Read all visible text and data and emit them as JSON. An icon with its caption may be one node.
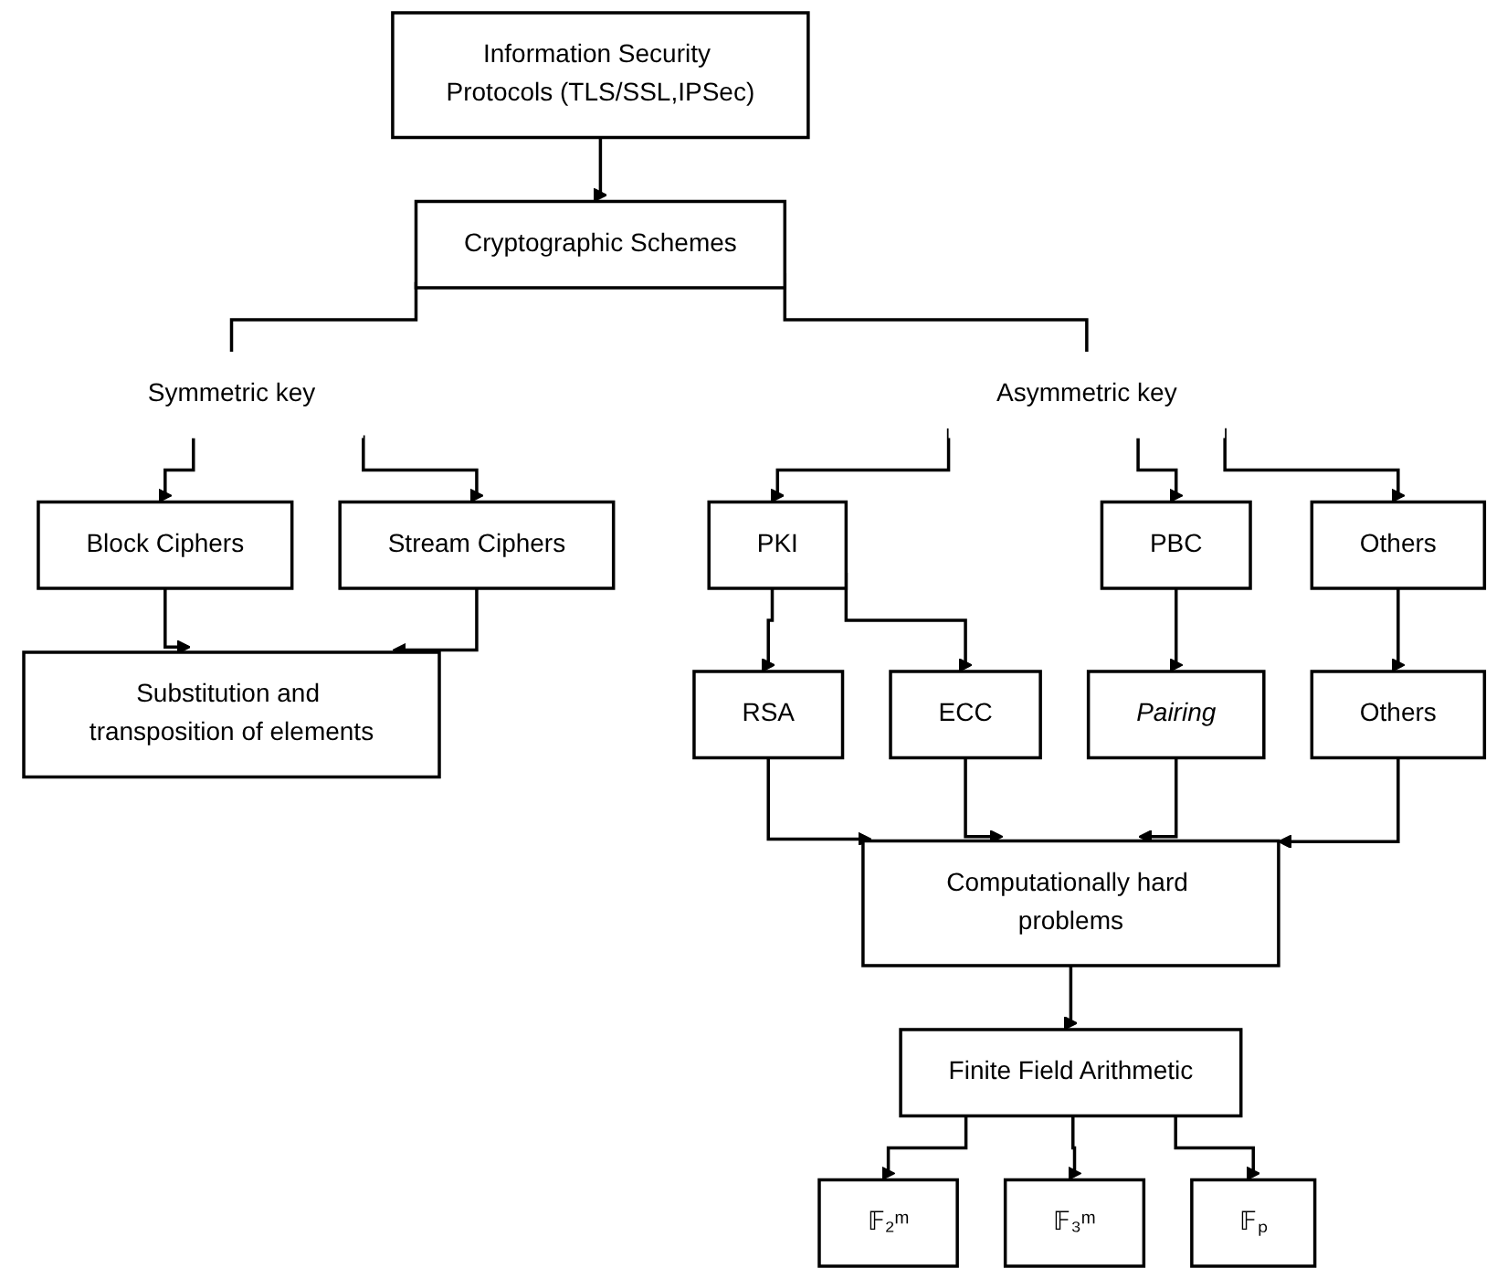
{
  "diagram": {
    "nodes": [
      {
        "text": [
          "Information Security Protocols (TLS/SSL,IPSec)"
        ]
      },
      {
        "text": [
          "Cryptographic Schemes"
        ]
      },
      {
        "text": [
          "Symmetric key"
        ]
      },
      {
        "text": [
          "Asymmetric key"
        ]
      },
      {
        "text": [
          "Block Ciphers"
        ]
      },
      {
        "text": [
          "Stream Ciphers"
        ]
      },
      {
        "text": [
          "Substitution and transposition of elements"
        ]
      },
      {
        "text": [
          "PKI"
        ]
      },
      {
        "text": [
          "PBC"
        ]
      },
      {
        "text": [
          "Others"
        ]
      },
      {
        "text": [
          "RSA"
        ]
      },
      {
        "text": [
          "ECC"
        ]
      },
      {
        "text": [
          "Pairing"
        ]
      },
      {
        "text": [
          "Others"
        ]
      },
      {
        "text": [
          "Computationally hard problems"
        ]
      },
      {
        "text": [
          "Finite Field Arithmetic"
        ]
      },
      {
        "text": [
          "𝔽₂ᵐ"
        ]
      },
      {
        "text": [
          "𝔽₃ᵐ"
        ]
      },
      {
        "text": [
          "𝔽ₚ"
        ]
      }
    ],
    "edges": [
      {
        "from": 0,
        "to": 1,
        "arrow": "to"
      },
      {
        "from": 1,
        "to": 2,
        "arrow": "none"
      },
      {
        "from": 1,
        "to": 3,
        "arrow": "none"
      },
      {
        "from": 2,
        "to": 4,
        "arrow": "to"
      },
      {
        "from": 2,
        "to": 5,
        "arrow": "to"
      },
      {
        "from": 4,
        "to": 6,
        "arrow": "to"
      },
      {
        "from": 5,
        "to": 6,
        "arrow": "to"
      },
      {
        "from": 3,
        "to": 7,
        "arrow": "to"
      },
      {
        "from": 3,
        "to": 8,
        "arrow": "to"
      },
      {
        "from": 3,
        "to": 9,
        "arrow": "to"
      },
      {
        "from": 7,
        "to": 10,
        "arrow": "to"
      },
      {
        "from": 7,
        "to": 11,
        "arrow": "to"
      },
      {
        "from": 8,
        "to": 12,
        "arrow": "to"
      },
      {
        "from": 9,
        "to": 13,
        "arrow": "to"
      },
      {
        "from": 10,
        "to": 14,
        "arrow": "to"
      },
      {
        "from": 11,
        "to": 14,
        "arrow": "to"
      },
      {
        "from": 12,
        "to": 14,
        "arrow": "to"
      },
      {
        "from": 13,
        "to": 14,
        "arrow": "to"
      },
      {
        "from": 14,
        "to": 15,
        "arrow": "to"
      },
      {
        "from": 15,
        "to": 16,
        "arrow": "to"
      },
      {
        "from": 15,
        "to": 17,
        "arrow": "to"
      },
      {
        "from": 15,
        "to": 18,
        "arrow": "to"
      }
    ]
  }
}
